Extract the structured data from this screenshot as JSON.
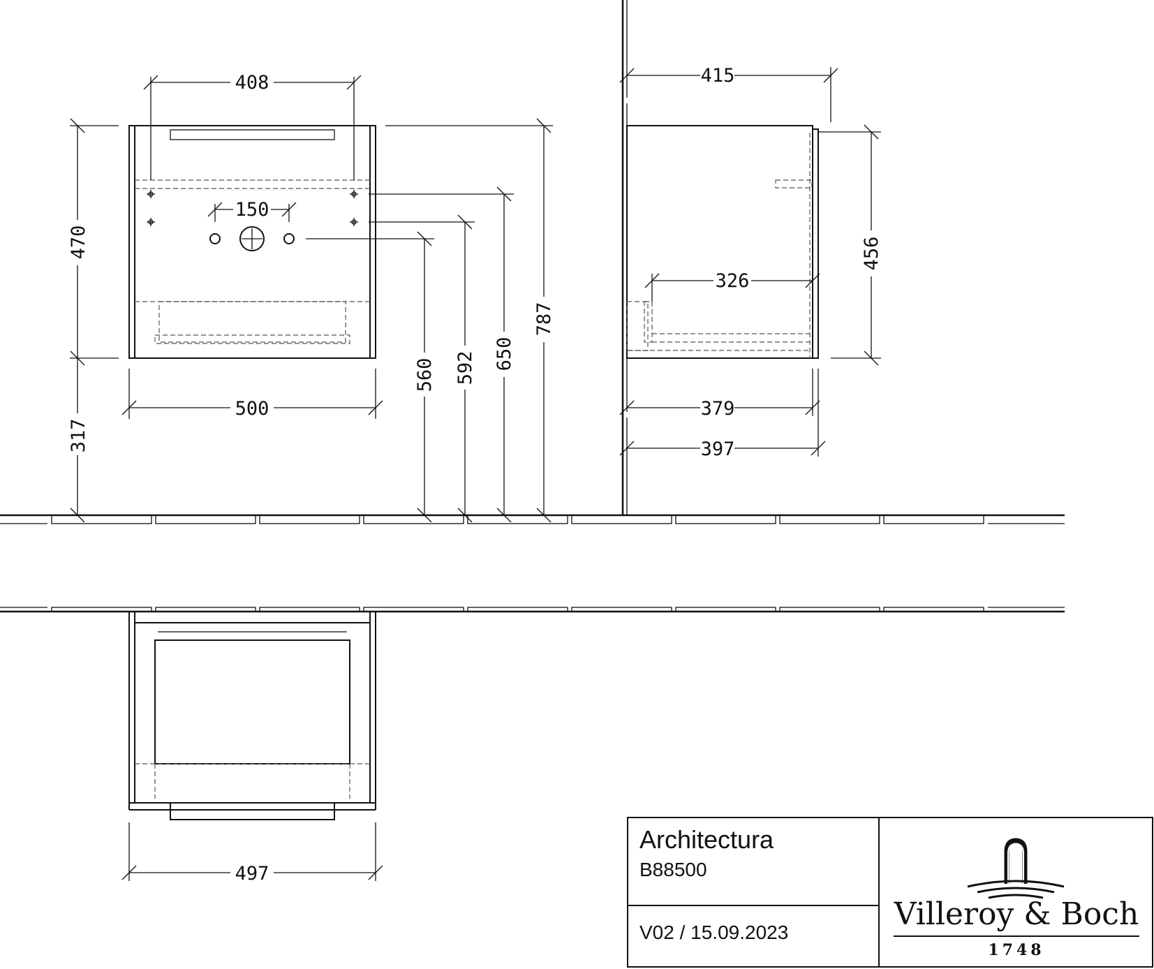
{
  "dimensions": {
    "front_width_top": "408",
    "hole_spacing": "150",
    "front_height": "470",
    "front_width_bottom": "500",
    "floor_clearance": "317",
    "height_560": "560",
    "height_592": "592",
    "height_650": "650",
    "height_787": "787",
    "side_depth_top": "415",
    "side_inner_depth": "326",
    "side_height": "456",
    "side_depth_379": "379",
    "side_depth_397": "397",
    "plan_width": "497"
  },
  "title_block": {
    "product": "Architectura",
    "article_code": "B88500",
    "version": "V02 / 15.09.2023",
    "brand": "Villeroy & Boch",
    "brand_year": "1748"
  }
}
